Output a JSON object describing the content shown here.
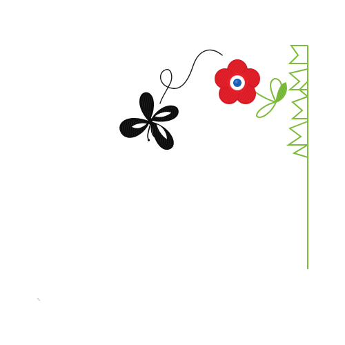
{
  "scene": {
    "description_visible_text": "",
    "colors": {
      "background": "#ffffff",
      "flower_petals": "#e4202a",
      "flower_petal_stitch": "#b8151d",
      "flower_ring": "#ffffff",
      "flower_center": "#1f5fb0",
      "stem_green": "#7dbb3c",
      "butterfly": "#0d0d0d",
      "flight_path": "#1a1a1a"
    },
    "icons": [
      "embroidered-butterfly",
      "embroidered-flower",
      "zigzag-grass-border",
      "flight-path-line"
    ]
  }
}
